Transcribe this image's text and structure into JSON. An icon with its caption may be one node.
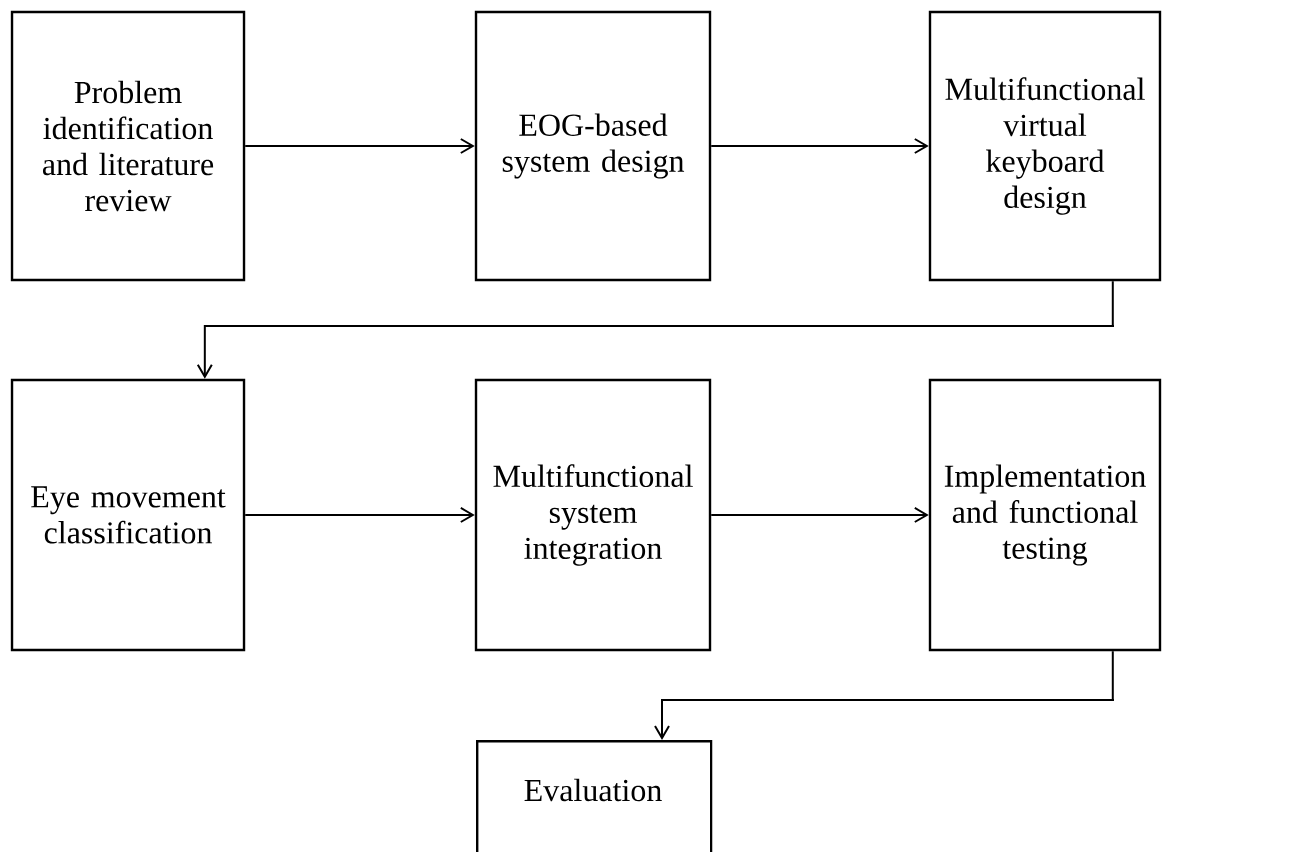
{
  "diagram": {
    "nodes": [
      {
        "text": [
          "Problem identification and literature review"
        ]
      },
      {
        "text": [
          "EOG-based system design"
        ]
      },
      {
        "text": [
          "Multifunctional virtual keyboard design"
        ]
      },
      {
        "text": [
          "Eye movement classification"
        ]
      },
      {
        "text": [
          "Multifunctional system integration"
        ]
      },
      {
        "text": [
          "Implementation and functional testing"
        ]
      },
      {
        "text": [
          "Evaluation"
        ]
      }
    ],
    "edges": [
      {
        "from": 0,
        "to": 1,
        "arrow": "to"
      },
      {
        "from": 1,
        "to": 2,
        "arrow": "to"
      },
      {
        "from": 2,
        "to": 3,
        "arrow": "to"
      },
      {
        "from": 3,
        "to": 4,
        "arrow": "to"
      },
      {
        "from": 4,
        "to": 5,
        "arrow": "to"
      },
      {
        "from": 5,
        "to": 6,
        "arrow": "to"
      }
    ]
  }
}
